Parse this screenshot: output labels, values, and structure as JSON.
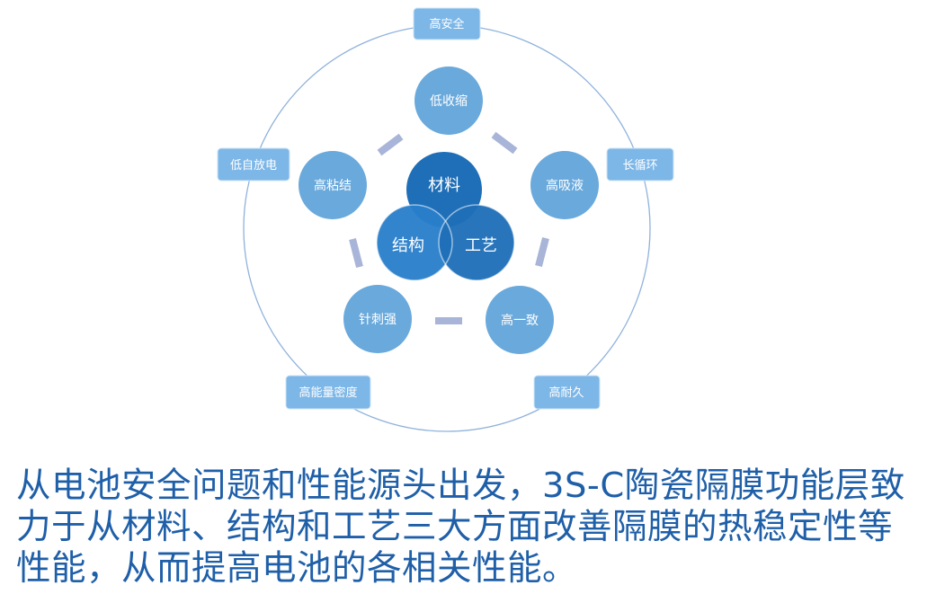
{
  "diagram": {
    "outer_labels": {
      "top": "高安全",
      "upper_right": "长循环",
      "lower_right": "高耐久",
      "lower_left": "高能量密度",
      "upper_left": "低自放电"
    },
    "middle_nodes": {
      "top": "低收缩",
      "right": "高吸液",
      "bottom_right": "高一致",
      "bottom_left": "针刺强",
      "left": "高粘结"
    },
    "core": {
      "top": "材料",
      "left": "结构",
      "right": "工艺"
    }
  },
  "caption": {
    "line1": "从电池安全问题和性能源头出发，3S-C陶瓷隔膜功能层致",
    "line2": "力于从材料、结构和工艺三大方面改善隔膜的热稳定性等",
    "line3": "性能，从而提高电池的各相关性能。"
  },
  "colors": {
    "outer_box": "#7db7e8",
    "middle_circle": "#6aa9dc",
    "core_dark": "#1f6fb8",
    "core_mid": "#2a7fcb",
    "connector": "#a8b4d8",
    "ring": "#8fb2dc",
    "caption_text": "#1f5fa8"
  }
}
